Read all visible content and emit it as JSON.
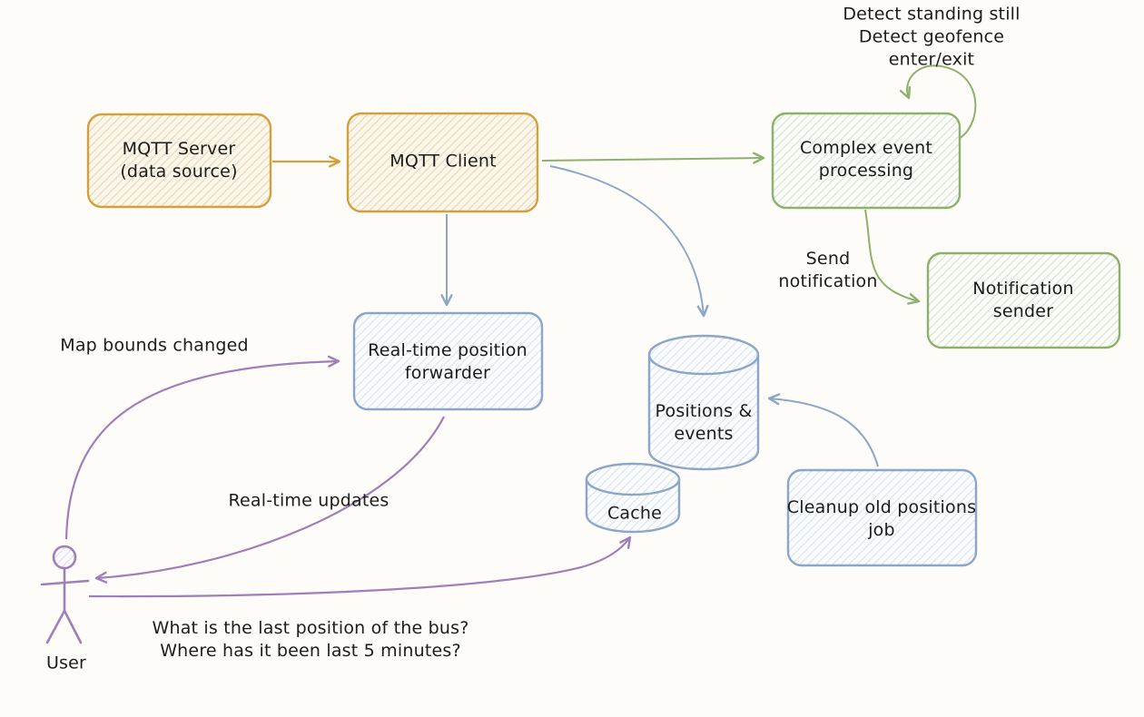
{
  "nodes": {
    "mqtt_server": {
      "label": "MQTT Server\n(data source)"
    },
    "mqtt_client": {
      "label": "MQTT Client"
    },
    "complex_event_processing": {
      "label": "Complex event\nprocessing"
    },
    "notification_sender": {
      "label": "Notification sender"
    },
    "realtime_position_forwarder": {
      "label": "Real-time position\nforwarder"
    },
    "positions_events_db": {
      "label": "Positions &\nevents"
    },
    "cache_db": {
      "label": "Cache"
    },
    "cleanup_job": {
      "label": "Cleanup old positions\njob"
    },
    "user": {
      "label": "User"
    }
  },
  "edge_labels": {
    "self_loop_detect": "Detect standing still\nDetect geofence enter/exit",
    "send_notification": "Send\nnotification",
    "map_bounds_changed": "Map bounds changed",
    "realtime_updates": "Real-time updates",
    "user_questions": "What is the last position of the bus?\nWhere has it been last 5 minutes?"
  },
  "colors": {
    "orange": "#d4a03c",
    "green": "#8cb16c",
    "blue": "#8ca6c8",
    "purple": "#9f7fb8",
    "text": "#1c1c1c",
    "background": "#fdfcf8",
    "hatch_orange": "#e9dcc0",
    "hatch_green": "#dce6d4",
    "hatch_blue": "#dfe7f1"
  }
}
